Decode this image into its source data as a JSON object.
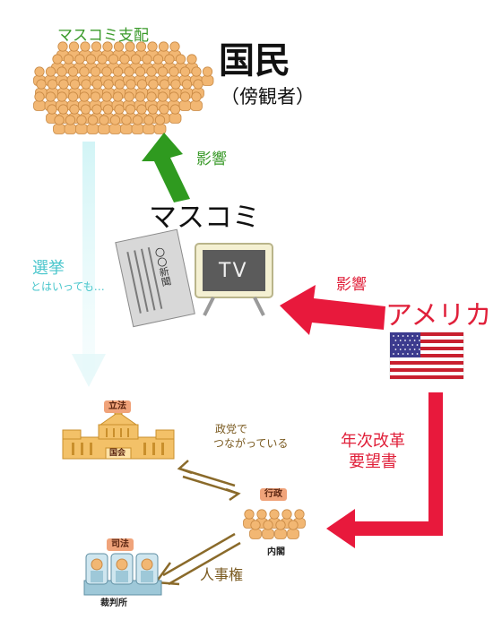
{
  "public": {
    "label_top": "マスコミ支配",
    "title": "国民",
    "subtitle": "（傍観者）"
  },
  "media": {
    "influence_label": "影響",
    "title": "マスコミ",
    "tv_label": "TV",
    "newspaper_label": "〇〇新聞"
  },
  "election": {
    "label": "選挙",
    "sublabel": "とはいっても…"
  },
  "america": {
    "influence_label": "影響",
    "title": "アメリカ",
    "reform_label_line1": "年次改革",
    "reform_label_line2": "要望書"
  },
  "legislature": {
    "tag": "立法",
    "caption": "国会"
  },
  "executive": {
    "tag": "行政",
    "caption": "内閣"
  },
  "judiciary": {
    "tag": "司法",
    "caption": "裁判所"
  },
  "party_link": {
    "line1": "政党で",
    "line2": "つながっている"
  },
  "appointment_label": "人事権",
  "colors": {
    "green_arrow": "#2f9a1f",
    "red_arrow": "#e8193c",
    "cyan_arrow": "#c9f1f3",
    "olive_arrow": "#8a6a2a",
    "figure": "#f2b773",
    "figure_stroke": "#c98a45",
    "judge": "#9ec8d8"
  }
}
